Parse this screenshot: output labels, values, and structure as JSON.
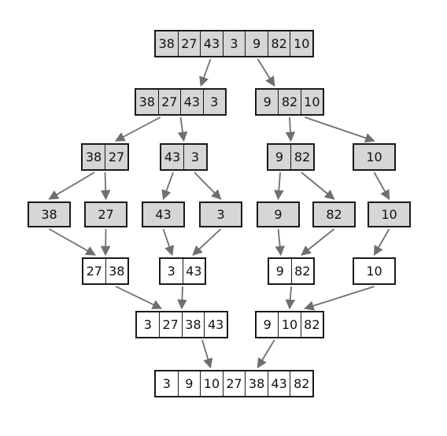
{
  "nodes": [
    {
      "id": "n0",
      "shade": "gray",
      "values": [
        "38",
        "27",
        "43",
        "3",
        "9",
        "82",
        "10"
      ]
    },
    {
      "id": "n1",
      "shade": "gray",
      "values": [
        "38",
        "27",
        "43",
        "3"
      ]
    },
    {
      "id": "n2",
      "shade": "gray",
      "values": [
        "9",
        "82",
        "10"
      ]
    },
    {
      "id": "n3",
      "shade": "gray",
      "values": [
        "38",
        "27"
      ]
    },
    {
      "id": "n4",
      "shade": "gray",
      "values": [
        "43",
        "3"
      ]
    },
    {
      "id": "n5",
      "shade": "gray",
      "values": [
        "9",
        "82"
      ]
    },
    {
      "id": "n6",
      "shade": "gray",
      "values": [
        "10"
      ]
    },
    {
      "id": "n7",
      "shade": "gray",
      "values": [
        "38"
      ]
    },
    {
      "id": "n8",
      "shade": "gray",
      "values": [
        "27"
      ]
    },
    {
      "id": "n9",
      "shade": "gray",
      "values": [
        "43"
      ]
    },
    {
      "id": "n10",
      "shade": "gray",
      "values": [
        "3"
      ]
    },
    {
      "id": "n11",
      "shade": "gray",
      "values": [
        "9"
      ]
    },
    {
      "id": "n12",
      "shade": "gray",
      "values": [
        "82"
      ]
    },
    {
      "id": "n13",
      "shade": "gray",
      "values": [
        "10"
      ]
    },
    {
      "id": "n14",
      "shade": "white",
      "values": [
        "27",
        "38"
      ]
    },
    {
      "id": "n15",
      "shade": "white",
      "values": [
        "3",
        "43"
      ]
    },
    {
      "id": "n16",
      "shade": "white",
      "values": [
        "9",
        "82"
      ]
    },
    {
      "id": "n17",
      "shade": "white",
      "values": [
        "10"
      ]
    },
    {
      "id": "n18",
      "shade": "white",
      "values": [
        "3",
        "27",
        "38",
        "43"
      ]
    },
    {
      "id": "n19",
      "shade": "white",
      "values": [
        "9",
        "10",
        "82"
      ]
    },
    {
      "id": "n20",
      "shade": "white",
      "values": [
        "3",
        "9",
        "10",
        "27",
        "38",
        "43",
        "82"
      ]
    }
  ],
  "edges": [
    [
      "n0",
      "n1"
    ],
    [
      "n0",
      "n2"
    ],
    [
      "n1",
      "n3"
    ],
    [
      "n1",
      "n4"
    ],
    [
      "n2",
      "n5"
    ],
    [
      "n2",
      "n6"
    ],
    [
      "n3",
      "n7"
    ],
    [
      "n3",
      "n8"
    ],
    [
      "n4",
      "n9"
    ],
    [
      "n4",
      "n10"
    ],
    [
      "n5",
      "n11"
    ],
    [
      "n5",
      "n12"
    ],
    [
      "n6",
      "n13"
    ],
    [
      "n7",
      "n14"
    ],
    [
      "n8",
      "n14"
    ],
    [
      "n9",
      "n15"
    ],
    [
      "n10",
      "n15"
    ],
    [
      "n11",
      "n16"
    ],
    [
      "n12",
      "n16"
    ],
    [
      "n13",
      "n17"
    ],
    [
      "n14",
      "n18"
    ],
    [
      "n15",
      "n18"
    ],
    [
      "n16",
      "n19"
    ],
    [
      "n17",
      "n19"
    ],
    [
      "n18",
      "n20"
    ],
    [
      "n19",
      "n20"
    ]
  ],
  "colors": {
    "gray_fill": "#d6d6d6",
    "white_fill": "#ffffff",
    "border": "#1a1a1a",
    "arrow": "#6f6f6f"
  }
}
